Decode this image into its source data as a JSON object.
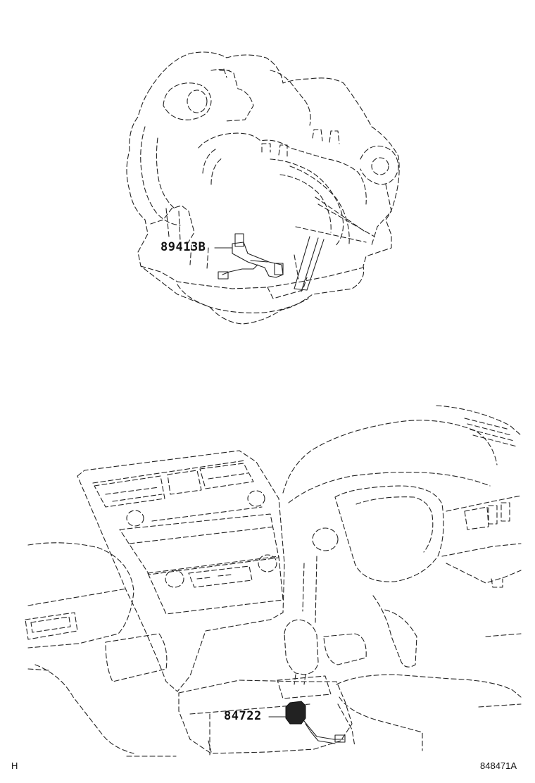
{
  "callouts": {
    "transmission_part": "89413B",
    "console_part": "84722"
  },
  "footer": {
    "left_mark": "H",
    "figure_id": "848471A"
  },
  "colors": {
    "ink": "#222222",
    "background": "#ffffff"
  }
}
